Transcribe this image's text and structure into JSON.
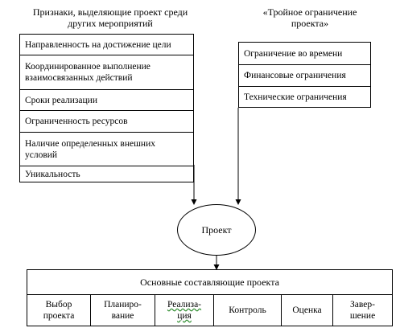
{
  "left_heading": [
    "Признаки, выделяющие проект среди",
    "других мероприятий"
  ],
  "right_heading": [
    "«Тройное ограничение",
    "проекта»"
  ],
  "left_items": [
    "Направленность на достижение цели",
    "Координированное выполнение взаимосвязанных действий",
    "Сроки реализации",
    "Ограниченность ресурсов",
    "Наличие определенных внешних условий",
    "Уникальность"
  ],
  "right_items": [
    "Ограничение во времени",
    "Финансовые ограничения",
    "Технические ограничения"
  ],
  "center_node": "Проект",
  "bottom_heading": "Основные составляющие проекта",
  "bottom_items": [
    "Выбор проекта",
    "Планиро-вание",
    "Реализа-ция",
    "Контроль",
    "Оценка",
    "Завер-шение"
  ]
}
